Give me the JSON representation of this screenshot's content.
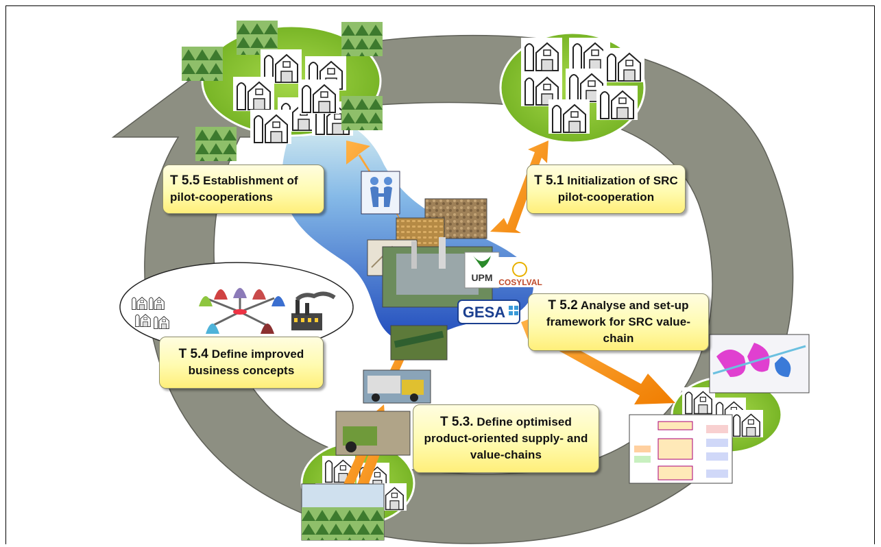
{
  "tasks": [
    {
      "id": "T 5.1",
      "desc_line1": " Initialization of SRC",
      "desc_line2": "pilot-cooperation"
    },
    {
      "id": "T 5.2",
      "desc_line1": " Analyse and set-up",
      "desc_line2": "framework for SRC value-chain"
    },
    {
      "id": "T 5.3.",
      "desc_line1": " Define  optimised",
      "desc_line2": "product-oriented supply- and",
      "desc_line3": "value-chains"
    },
    {
      "id": "T 5.4",
      "desc_line1": " Define improved",
      "desc_line2": "business concepts"
    },
    {
      "id": "T 5.5",
      "desc_line1": " Establishment of",
      "desc_line2": "pilot-cooperations"
    }
  ],
  "logos": {
    "upm": "UPM",
    "cosylval": "COSYLVAL",
    "gesa": "GESA"
  },
  "colors": {
    "cycle_arrow": "#8d8f82",
    "cycle_arrow_dark": "#5e5f57",
    "ellipse_green": "#8cc63f",
    "orange_arrow": "#f7941d",
    "center_blue": "#1f4fbf"
  }
}
